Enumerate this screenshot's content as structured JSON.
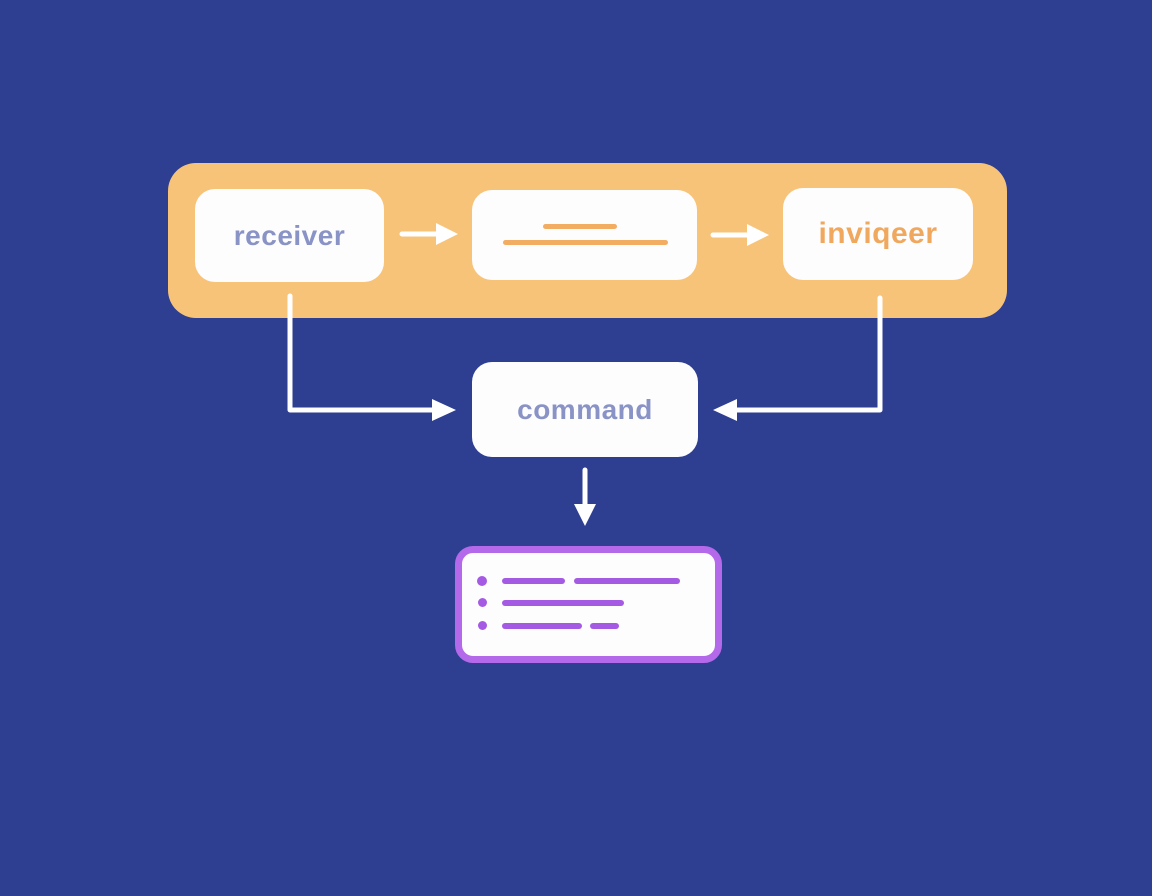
{
  "colors": {
    "background": "#2e3e90",
    "banner": "#f7c378",
    "box_bg": "#fdfdfe",
    "label_text": "#8a93c6",
    "invoker_text": "#f0a85e",
    "orange_line": "#f2ad63",
    "purple_border": "#b369e9",
    "purple_line": "#a55ae4",
    "arrow": "#ffffff"
  },
  "diagram": {
    "nodes": {
      "receiver": {
        "label": "receiver"
      },
      "invoker": {
        "label": "inviqeer"
      },
      "command": {
        "label": "command"
      }
    }
  }
}
